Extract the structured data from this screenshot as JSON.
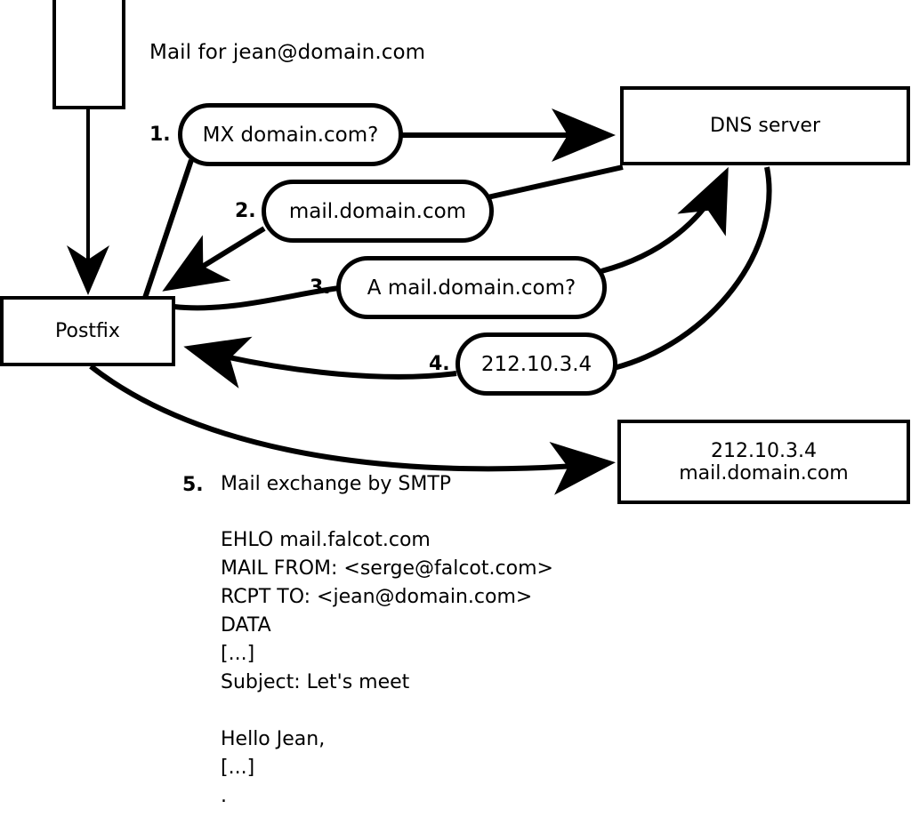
{
  "diagram": {
    "title": "Mail for jean@domain.com",
    "nodes": [
      {
        "id": "sender",
        "label": ""
      },
      {
        "id": "postfix",
        "label": "Postfix"
      },
      {
        "id": "dns",
        "label": "DNS server"
      },
      {
        "id": "mailserver",
        "line1": "212.10.3.4",
        "line2": "mail.domain.com"
      }
    ],
    "steps": [
      {
        "num": "1.",
        "label": "MX domain.com?"
      },
      {
        "num": "2.",
        "label": "mail.domain.com"
      },
      {
        "num": "3.",
        "label": "A mail.domain.com?"
      },
      {
        "num": "4.",
        "label": "212.10.3.4"
      }
    ],
    "step5": {
      "num": "5.",
      "label": "Mail exchange by SMTP",
      "transcript": [
        "EHLO mail.falcot.com",
        "MAIL FROM: <serge@falcot.com>",
        "RCPT TO: <jean@domain.com>",
        "DATA",
        "[...]",
        "Subject: Let's meet",
        "",
        "Hello Jean,",
        "[...]",
        "."
      ]
    },
    "colors": {
      "stroke": "#000000",
      "fill": "#ffffff",
      "text": "#000000"
    }
  }
}
